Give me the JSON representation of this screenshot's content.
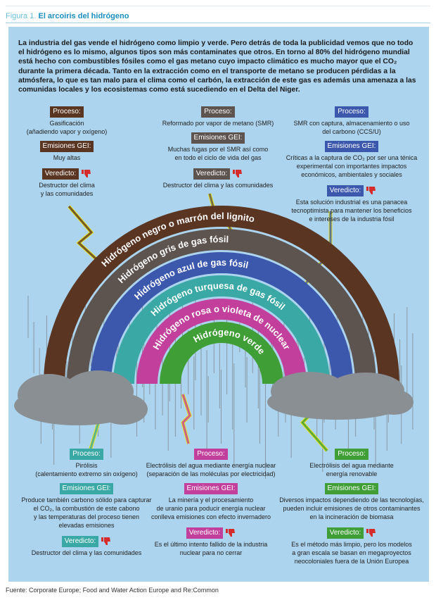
{
  "figure": {
    "number": "Figura 1.",
    "title": "El arcoiris del hidrógeno"
  },
  "intro": "La industria del gas vende el hidrógeno como limpio y verde. Pero detrás de toda la publicidad vemos que no todo el hidrógeno es lo mismo, algunos tipos son  más contaminates que otros. En torno al 80% del hidrógeno mundial está hecho con combustibles fósiles como el gas metano cuyo impacto climático es mucho mayor que el CO₂ durante la primera década. Tanto en la extracción como en el transporte de metano se producen pérdidas a la atmósfera, lo que es tan malo para el clima como el carbón, la extracción de este gas es además una amenaza a las comunidas locales y los ecosistemas como está sucediendo en el Delta del Niger.",
  "labels": {
    "process": "Proceso:",
    "emissions": "Emisiones GEI:",
    "verdict": "Veredicto:"
  },
  "bands": [
    {
      "name": "Hidrógeno negro o marrón del lignito",
      "color": "#5a3522",
      "process": "Gasificación\n(añadiendo vapor y oxígeno)",
      "emissions": "Muy altas",
      "verdict": "Destructor del clima\ny las comunidades"
    },
    {
      "name": "Hidrógeno gris de gas fósil",
      "color": "#5d5450",
      "process": "Reformado por vapor de metano (SMR)",
      "emissions": "Muchas fugas por el SMR así como\nen todo el ciclo de vida del gas",
      "verdict": "Destructor del clima y las comunidades"
    },
    {
      "name": "Hidrógeno azul de gas fósil",
      "color": "#3b58ad",
      "process": "SMR con captura, almacenamiento o uso\ndel carbono (CCS/U)",
      "emissions": "Críticas a la captura de CO₂ por ser una ténica\nexperimental con importantes impactos\neconómicos, ambientales y sociales",
      "verdict": "Esta solución industrial es una panacea\ntecnoptimista para mantener los beneficios\ne intereses de la industria fósil"
    },
    {
      "name": "Hidrógeno turquesa de gas fósil",
      "color": "#3aa8a4",
      "process": "Pirólisis\n(calentamiento extremo sin oxígeno)",
      "emissions": "Produce también carbono sólido para capturar\nel CO₂, la combustión de este cabono\ny las temperaturas del proceso tienen\nelevadas emisiones",
      "verdict": "Destructor del clima y las comunidades"
    },
    {
      "name": "Hidrógeno rosa o violeta de nuclear",
      "color": "#c23f9c",
      "process": "Electrólisis del agua mediante energía nuclear\n(separación de las moléculas por electricidad)",
      "emissions": "La minería y el procesamiento\nde uranio para poducir energía nuclear\nconlleva emisiones con efecto invernadero",
      "verdict": "Es el último intento fallido de la industria\nnuclear para no cerrar"
    },
    {
      "name": "Hidrógeno verde",
      "color": "#3f9e35",
      "process": "Electrólisis del agua mediante\nenergía renovable",
      "emissions": "Diversos impactos dependiendo de las tecnologías,\npueden incluir emisiones de otros contaminantes\nen la incineración de biomasa",
      "verdict": "Es el método más limpio, pero los modelos\na gran escala se basan en megaproyectos\nneocoloniales fuera de la Unión Europea"
    }
  ],
  "source": "Fuente: Corporate Europe; Food and Water Action Europe and Re:Common"
}
